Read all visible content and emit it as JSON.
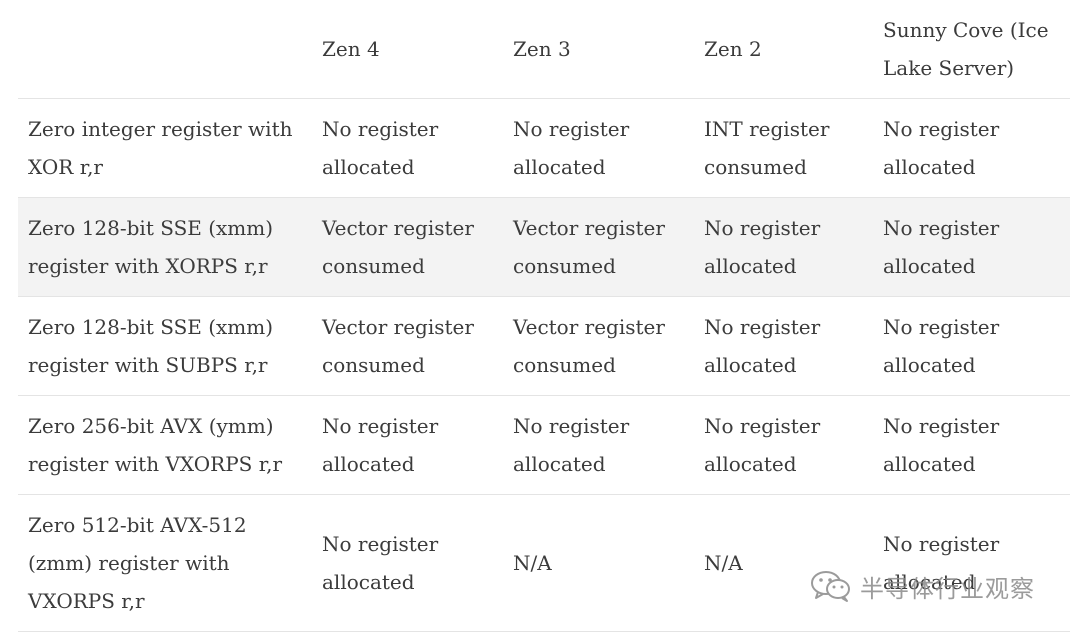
{
  "table": {
    "headers": [
      "",
      "Zen 4",
      "Zen 3",
      "Zen 2",
      "Sunny Cove (Ice Lake Server)"
    ],
    "rows": [
      {
        "label": "Zero integer register with XOR r,r",
        "zen4": "No register allocated",
        "zen3": "No register allocated",
        "zen2": "INT register consumed",
        "sunny_cove": "No register allocated"
      },
      {
        "label": "Zero 128-bit SSE (xmm) register with XORPS r,r",
        "zen4": "Vector register consumed",
        "zen3": "Vector register consumed",
        "zen2": "No register allocated",
        "sunny_cove": "No register allocated"
      },
      {
        "label": "Zero 128-bit SSE (xmm) register with SUBPS r,r",
        "zen4": "Vector register consumed",
        "zen3": "Vector register consumed",
        "zen2": "No register allocated",
        "sunny_cove": "No register allocated"
      },
      {
        "label": "Zero 256-bit AVX (ymm) register with VXORPS r,r",
        "zen4": "No register allocated",
        "zen3": "No register allocated",
        "zen2": "No register allocated",
        "sunny_cove": "No register allocated"
      },
      {
        "label": "Zero 512-bit AVX-512 (zmm) register with VXORPS r,r",
        "zen4": "No register allocated",
        "zen3": "N/A",
        "zen2": "N/A",
        "sunny_cove": "No register allocated"
      }
    ]
  },
  "watermark": {
    "text": "半导体行业观察",
    "icon": "wechat-icon"
  }
}
